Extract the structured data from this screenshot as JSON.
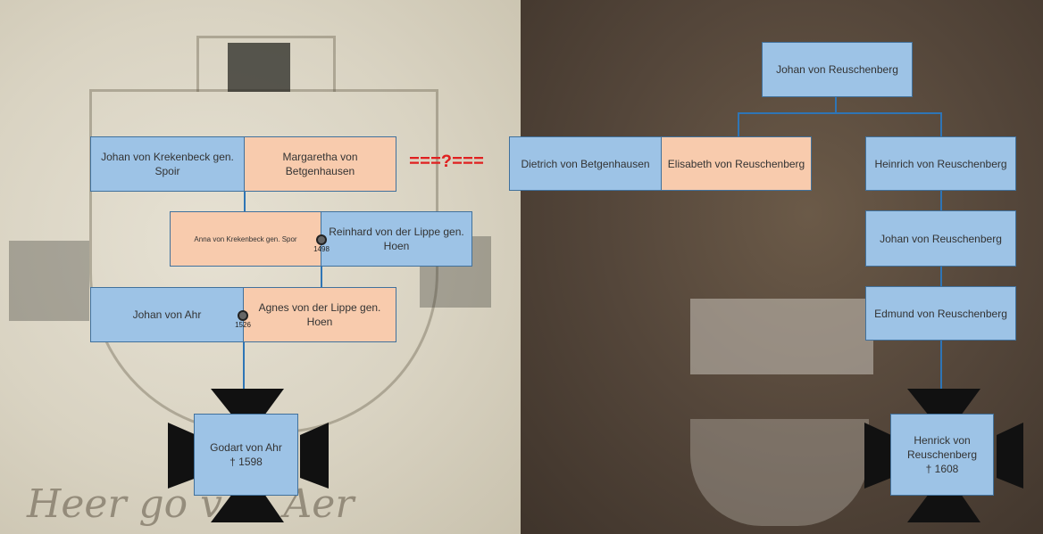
{
  "left_tree": {
    "row1": {
      "a": "Johan von Krekenbeck gen. Spoir",
      "b": "Margaretha von Betgenhausen"
    },
    "row2": {
      "a": "Anna von Krekenbeck gen. Spor",
      "b": "Reinhard von der Lippe gen. Hoen"
    },
    "row2_marker": "1498",
    "row3": {
      "a": "Johan von Ahr",
      "b": "Agnes von der Lippe gen. Hoen"
    },
    "row3_marker": "1526",
    "subject": {
      "name": "Godart von Ahr",
      "death": "† 1598"
    }
  },
  "connector": "===?===",
  "right_tree": {
    "top": "Johan von Reuschenberg",
    "pair": {
      "a": "Dietrich von Betgenhausen",
      "b": "Elisabeth von Reuschenberg"
    },
    "chain": [
      "Heinrich von Reuschenberg",
      "Johan von Reuschenberg",
      "Edmund von Reuschenberg"
    ],
    "subject": {
      "name": "Henrick von Reuschenberg",
      "death": "† 1608"
    }
  },
  "background_script": "Heer go     van Aer",
  "colors": {
    "blue": "#9dc3e6",
    "peach": "#f8cbad",
    "line": "#2e75b6",
    "dash": "#e02020",
    "cross": "#111111"
  }
}
